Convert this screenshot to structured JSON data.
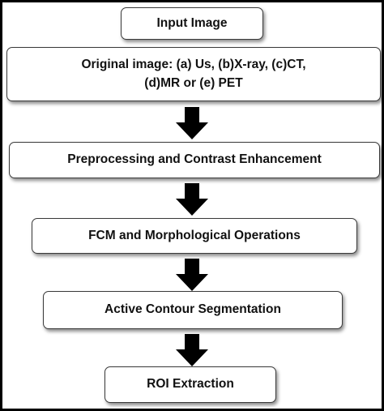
{
  "diagram": {
    "steps": [
      {
        "label": "Input Image"
      },
      {
        "label_line1": "Original image: (a) Us, (b)X-ray, (c)CT,",
        "label_line2": "(d)MR or (e) PET"
      },
      {
        "label": "Preprocessing and Contrast Enhancement"
      },
      {
        "label": "FCM and Morphological Operations"
      },
      {
        "label": "Active Contour Segmentation"
      },
      {
        "label": "ROI Extraction"
      }
    ],
    "arrow_icon": "down-arrow-icon",
    "colors": {
      "arrow": "#000000",
      "box_border": "#3a3a3a",
      "frame": "#000000",
      "text": "#111111"
    }
  }
}
